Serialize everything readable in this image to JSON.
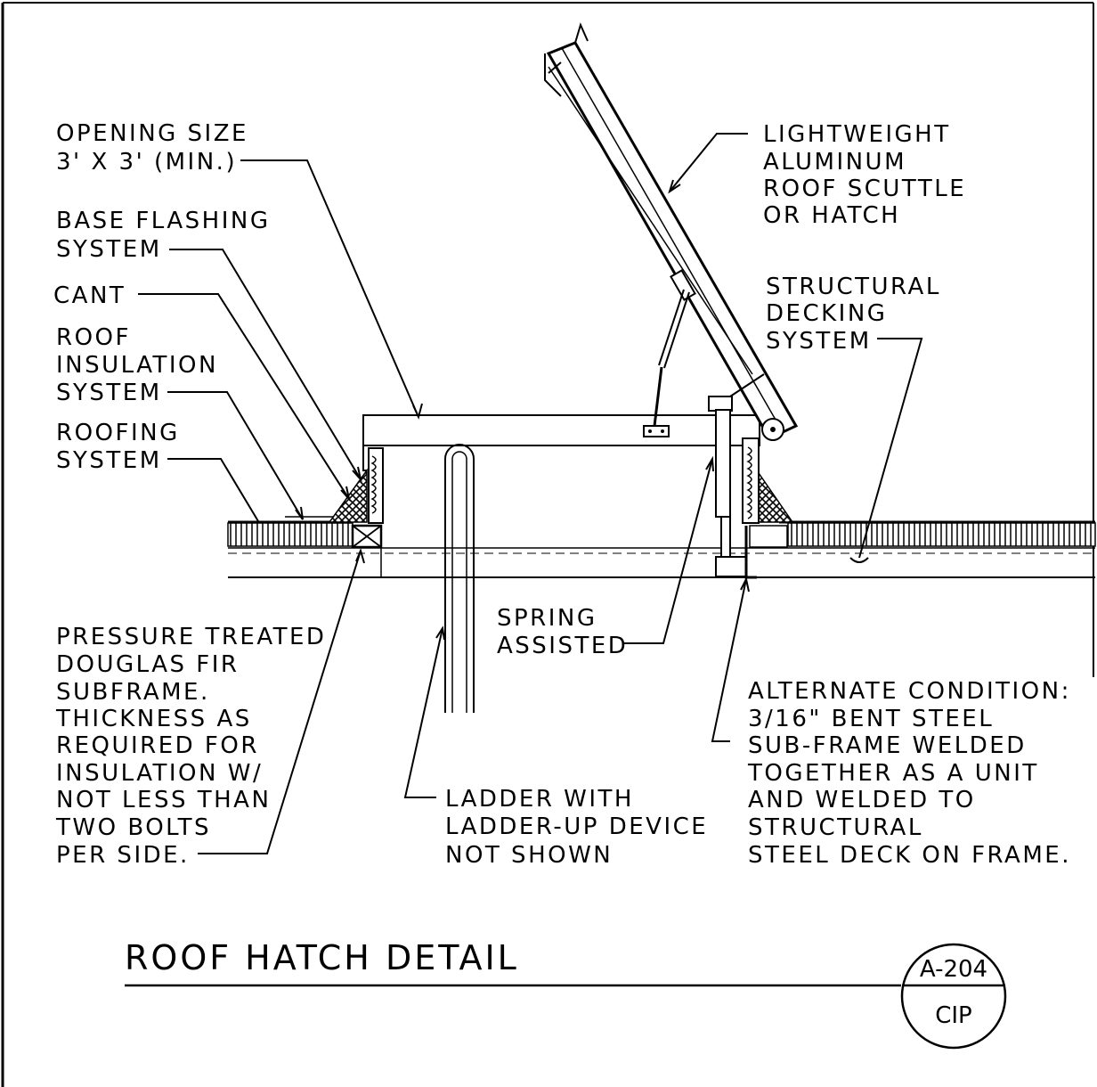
{
  "title": "ROOF HATCH DETAIL",
  "sheet_bubble": {
    "top": "A-204",
    "bottom": "CIP"
  },
  "labels": {
    "opening": [
      "OPENING SIZE",
      "3' X 3' (MIN.)"
    ],
    "base_flashing": [
      "BASE FLASHING",
      "SYSTEM"
    ],
    "cant": [
      "CANT"
    ],
    "roof_insulation": [
      "ROOF",
      "INSULATION",
      "SYSTEM"
    ],
    "roofing": [
      "ROOFING",
      "SYSTEM"
    ],
    "hatch": [
      "LIGHTWEIGHT",
      "ALUMINUM",
      "ROOF SCUTTLE",
      "OR HATCH"
    ],
    "decking": [
      "STRUCTURAL",
      "DECKING",
      "SYSTEM"
    ],
    "subframe": [
      "PRESSURE TREATED",
      "DOUGLAS FIR",
      "SUBFRAME.",
      "THICKNESS AS",
      "REQUIRED FOR",
      "INSULATION W/",
      "NOT LESS THAN",
      "TWO BOLTS",
      "PER SIDE."
    ],
    "spring": [
      "SPRING",
      "ASSISTED"
    ],
    "ladder": [
      "LADDER WITH",
      "LADDER-UP DEVICE",
      "NOT SHOWN"
    ],
    "alternate": [
      "ALTERNATE CONDITION:",
      "3/16\" BENT STEEL",
      "SUB-FRAME WELDED",
      "TOGETHER AS A UNIT",
      "AND WELDED TO",
      "STRUCTURAL",
      "STEEL DECK ON FRAME."
    ]
  }
}
